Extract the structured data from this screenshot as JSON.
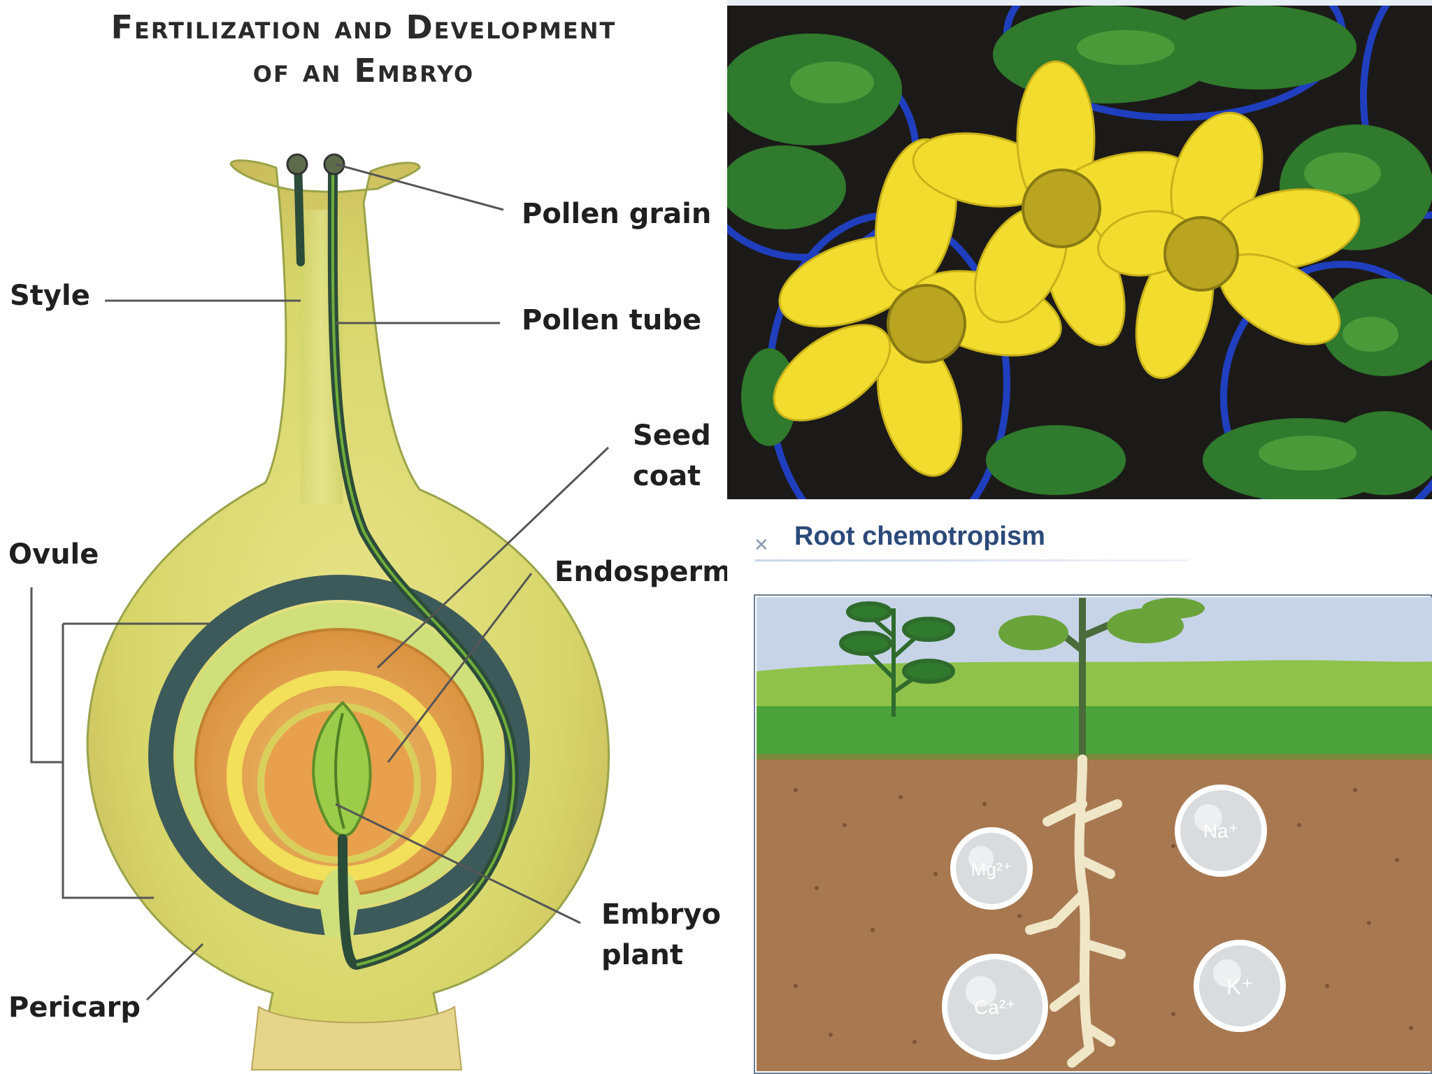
{
  "diagram": {
    "title_line1": "Fertilization and Development",
    "title_line2": "of an Embryo",
    "labels": {
      "pollen_grain": "Pollen grain",
      "style": "Style",
      "pollen_tube": "Pollen tube",
      "seed_coat_line1": "Seed",
      "seed_coat_line2": "coat",
      "ovule": "Ovule",
      "endosperm": "Endosperm",
      "embryo_plant_line1": "Embryo",
      "embryo_plant_line2": "plant",
      "pericarp": "Pericarp"
    }
  },
  "root_panel": {
    "title": "Root chemotropism",
    "ions": {
      "mg": "Mg²⁺",
      "na": "Na⁺",
      "ca": "Ca²⁺",
      "k": "K⁺"
    }
  },
  "colors": {
    "flower_yellow": "#f2dd2e",
    "pot_blue": "#1f3fbf",
    "soil_brown": "#a87850",
    "grass_green": "#4aa33a",
    "sky": "#c7d4e8",
    "title_blue": "#2b4a7a"
  }
}
